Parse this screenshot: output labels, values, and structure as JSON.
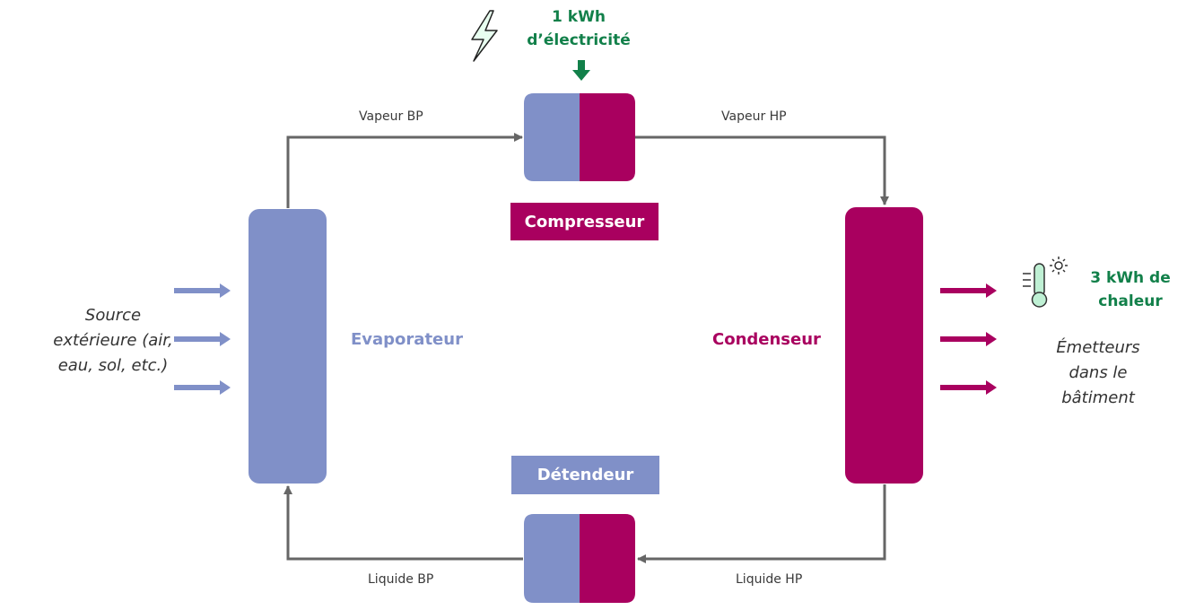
{
  "energy_in": {
    "line1": "1 kWh",
    "line2": "d’électricité"
  },
  "heat_out": {
    "line1": "3 kWh de",
    "line2": "chaleur"
  },
  "source": {
    "line1": "Source",
    "line2": "extérieure (air,",
    "line3": "eau, sol, etc.)"
  },
  "emitters": {
    "line1": "Émetteurs",
    "line2": "dans le",
    "line3": "bâtiment"
  },
  "components": {
    "compressor": "Compresseur",
    "expansion_valve": "Détendeur",
    "evaporator": "Evaporateur",
    "condenser": "Condenseur"
  },
  "flows": {
    "vapor_lp": "Vapeur BP",
    "vapor_hp": "Vapeur HP",
    "liquid_lp": "Liquide BP",
    "liquid_hp": "Liquide HP"
  },
  "colors": {
    "cold": "#8090c8",
    "hot": "#a9005f",
    "energy": "#12804a",
    "pipe": "#666666"
  },
  "icons": {
    "energy": "lightning-icon",
    "heat": "thermometer-sun-icon"
  }
}
